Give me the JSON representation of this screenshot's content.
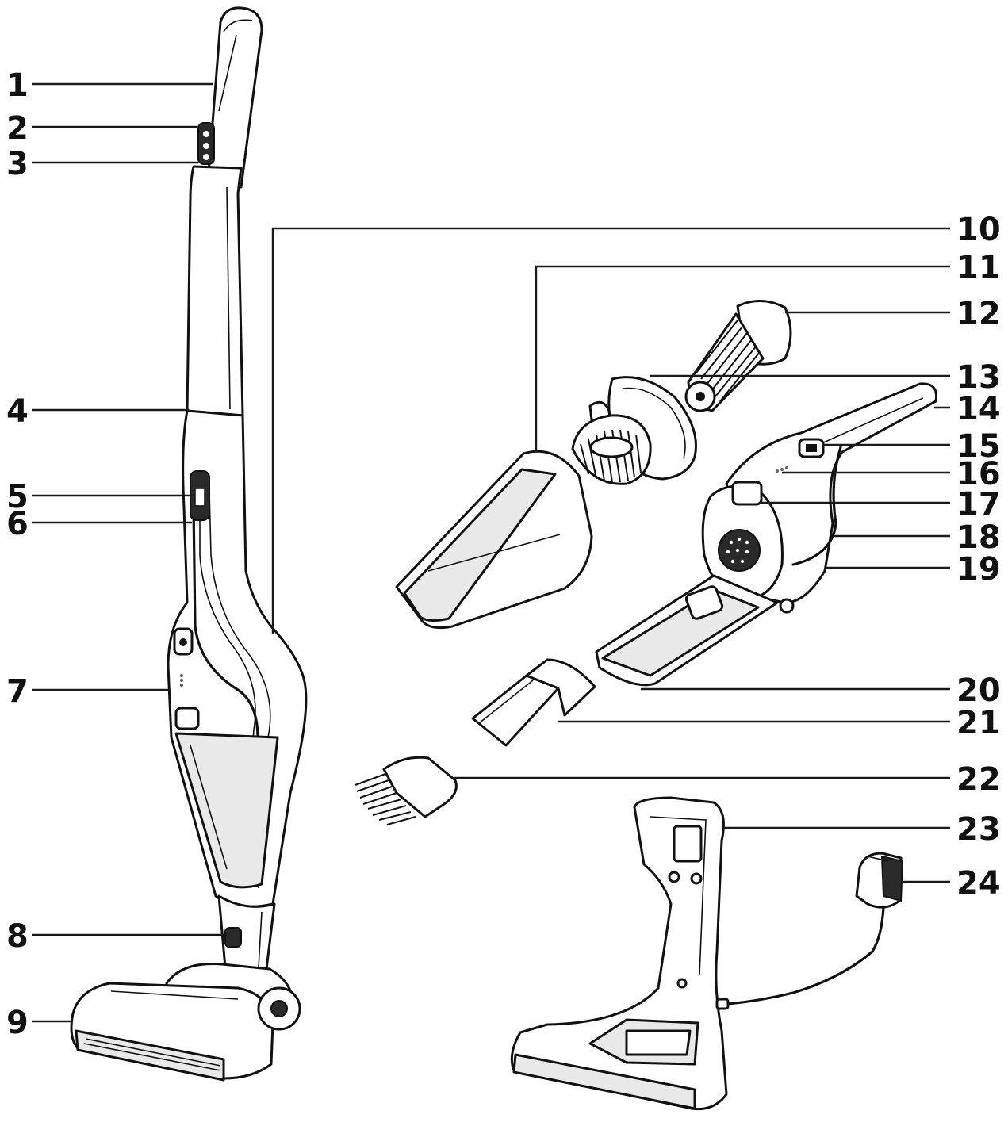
{
  "callouts": [
    {
      "id": "1",
      "label": "1"
    },
    {
      "id": "2",
      "label": "2"
    },
    {
      "id": "3",
      "label": "3"
    },
    {
      "id": "4",
      "label": "4"
    },
    {
      "id": "5",
      "label": "5"
    },
    {
      "id": "6",
      "label": "6"
    },
    {
      "id": "7",
      "label": "7"
    },
    {
      "id": "8",
      "label": "8"
    },
    {
      "id": "9",
      "label": "9"
    },
    {
      "id": "10",
      "label": "10"
    },
    {
      "id": "11",
      "label": "11"
    },
    {
      "id": "12",
      "label": "12"
    },
    {
      "id": "13",
      "label": "13"
    },
    {
      "id": "14",
      "label": "14"
    },
    {
      "id": "15",
      "label": "15"
    },
    {
      "id": "16",
      "label": "16"
    },
    {
      "id": "17",
      "label": "17"
    },
    {
      "id": "18",
      "label": "18"
    },
    {
      "id": "19",
      "label": "19"
    },
    {
      "id": "20",
      "label": "20"
    },
    {
      "id": "21",
      "label": "21"
    },
    {
      "id": "22",
      "label": "22"
    },
    {
      "id": "23",
      "label": "23"
    },
    {
      "id": "24",
      "label": "24"
    }
  ],
  "colors": {
    "line": "#111111",
    "background": "#ffffff",
    "shade": "#e9e9e9"
  }
}
